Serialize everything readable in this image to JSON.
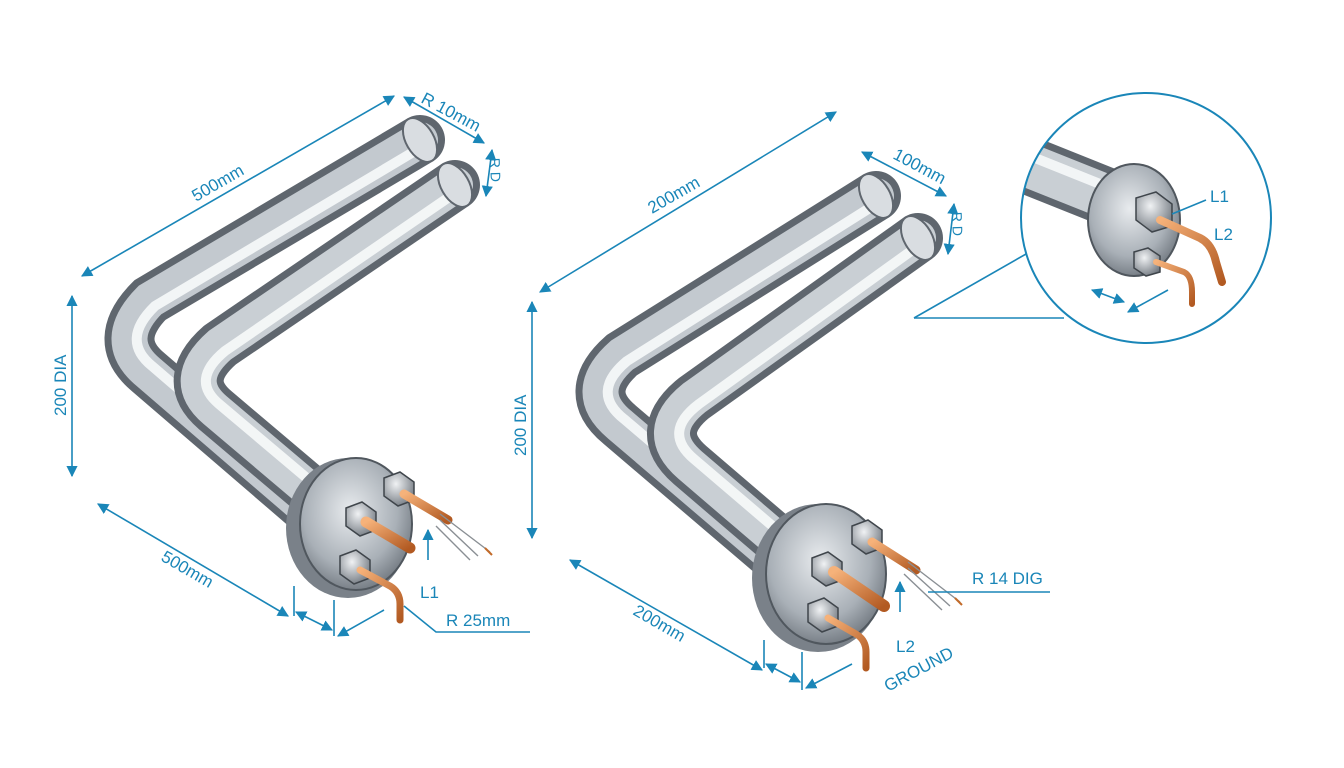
{
  "colors": {
    "dimension": "#1a86b8",
    "steel_light": "#f4f6f8",
    "steel_mid": "#b9bfc6",
    "steel_dark": "#6d747c",
    "copper_light": "#f6b27a",
    "copper_dark": "#b25a22"
  },
  "left_element": {
    "top_length": "500mm",
    "bend_radius": "R 10mm",
    "end_radius": "R D",
    "height": "200 DIA",
    "bottom_length": "500mm",
    "terminal_label": "L1",
    "terminal_radius": "R 25mm"
  },
  "right_element": {
    "top_length": "200mm",
    "bend_radius": "100mm",
    "end_radius": "R D",
    "height": "200 DIA",
    "bottom_length": "200mm",
    "terminal_radius": "R 14 DIG",
    "terminal_label": "L2",
    "ground_label": "GROUND"
  },
  "detail_view": {
    "label_1": "L1",
    "label_2": "L2"
  }
}
